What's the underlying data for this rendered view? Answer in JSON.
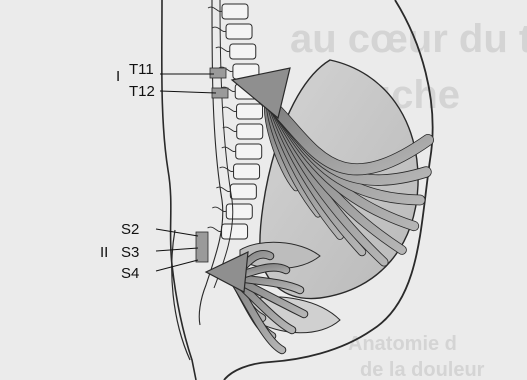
{
  "group_labels": {
    "upper": "I",
    "lower": "II"
  },
  "vertebra_labels": {
    "t11": "T11",
    "t12": "T12",
    "s2": "S2",
    "s3": "S3",
    "s4": "S4"
  },
  "background_text": {
    "heading_top": "au cœur du tra",
    "heading_top_line2": "couche",
    "heading_bottom": "Anatomie d",
    "heading_bottom_line2": "de la douleur"
  },
  "colors": {
    "background": "#ebebeb",
    "line": "#2a2a2a",
    "arrow_fill": "#8a8a8a",
    "organ_fill": "#c9c9c9",
    "highlight": "#a9a9a9"
  }
}
